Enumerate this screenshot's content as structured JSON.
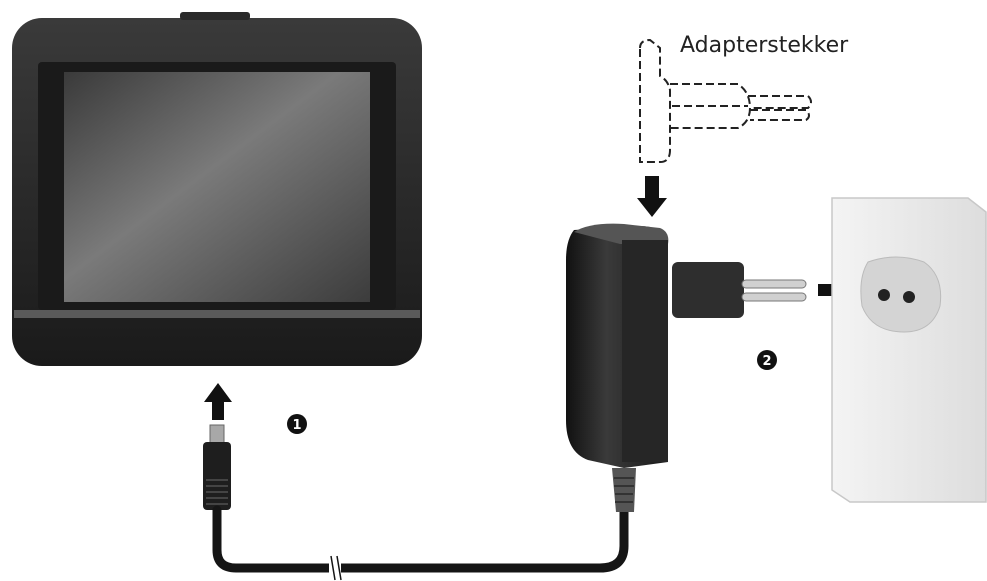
{
  "labels": {
    "adapter_plug": "Adapterstekker"
  },
  "steps": [
    {
      "number": "1"
    },
    {
      "number": "2"
    }
  ],
  "colors": {
    "device_body": "#2a2a2a",
    "screen": "#4a4a4a",
    "charger": "#1e1e1e",
    "wall_plate": "#ececec",
    "outlet": "#d9d9d9",
    "arrow": "#111111"
  }
}
